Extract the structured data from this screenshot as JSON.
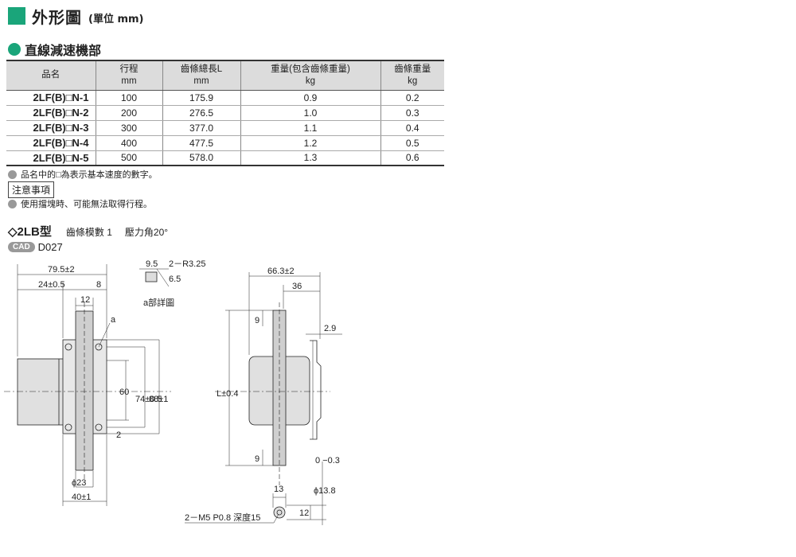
{
  "header": {
    "title": "外形圖",
    "unit": "(單位 mm)"
  },
  "section": {
    "label": "直線減速機部"
  },
  "table": {
    "headers": [
      {
        "line1": "品名",
        "line2": ""
      },
      {
        "line1": "行程",
        "line2": "mm"
      },
      {
        "line1": "齒條總長L",
        "line2": "mm"
      },
      {
        "line1": "重量(包含齒條重量)",
        "line2": "kg"
      },
      {
        "line1": "齒條重量",
        "line2": "kg"
      }
    ],
    "rows": [
      {
        "name": "2LF(B)□N-1",
        "stroke": "100",
        "length": "175.9",
        "weight": "0.9",
        "rack": "0.2"
      },
      {
        "name": "2LF(B)□N-2",
        "stroke": "200",
        "length": "276.5",
        "weight": "1.0",
        "rack": "0.3"
      },
      {
        "name": "2LF(B)□N-3",
        "stroke": "300",
        "length": "377.0",
        "weight": "1.1",
        "rack": "0.4"
      },
      {
        "name": "2LF(B)□N-4",
        "stroke": "400",
        "length": "477.5",
        "weight": "1.2",
        "rack": "0.5"
      },
      {
        "name": "2LF(B)□N-5",
        "stroke": "500",
        "length": "578.0",
        "weight": "1.3",
        "rack": "0.6"
      }
    ]
  },
  "notes": {
    "note1": "品名中的□為表示基本速度的數字。",
    "caution_label": "注意事項",
    "note2": "使用擋塊時、可能無法取得行程。"
  },
  "type_header": {
    "type": "◇2LB型",
    "module": "齒條模數 1",
    "angle": "壓力角20°"
  },
  "cad": {
    "badge": "CAD",
    "code": "D027"
  },
  "drawing": {
    "dim_79_5": "79.5±2",
    "dim_24": "24±0.5",
    "dim_8": "8",
    "dim_12": "12",
    "label_a": "a",
    "dim_60": "60",
    "dim_74": "74±0.5",
    "dim_88": "88±1",
    "dim_2": "2",
    "dim_phi23": "ϕ23",
    "dim_40": "40±1",
    "detail_9_5": "9.5",
    "detail_r": "2－R3.25",
    "detail_6_5": "6.5",
    "detail_label": "a部詳圖",
    "dim_66_3": "66.3±2",
    "dim_36": "36",
    "dim_2_9": "2.9",
    "dim_9_top": "9",
    "dim_9_bot": "9",
    "dim_L": "L±0.4",
    "dim_13": "13",
    "dim_phi13_8": "ϕ13.8",
    "dim_tol": "0 −0.3",
    "dim_12b": "12",
    "tap_label": "2－M5 P0.8 深度15"
  }
}
